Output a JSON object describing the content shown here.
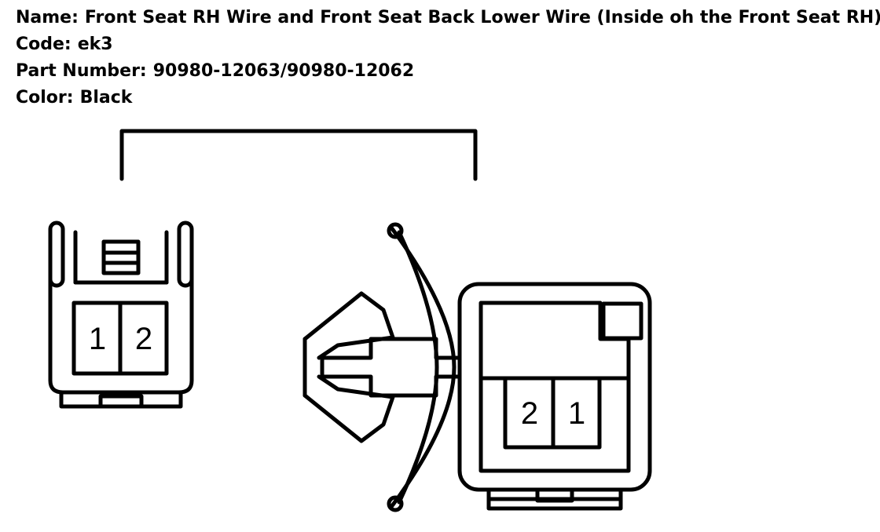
{
  "info": {
    "name_label": "Name:",
    "name_value": "Front Seat RH Wire and Front Seat Back Lower Wire (Inside oh the Front Seat RH)",
    "code_label": "Code:",
    "code_value": "ek3",
    "part_label": "Part Number:",
    "part_value": "90980-12063/90980-12062",
    "color_label": "Color:",
    "color_value": "Black"
  },
  "left_connector": {
    "pins": [
      "1",
      "2"
    ]
  },
  "right_connector": {
    "pins": [
      "2",
      "1"
    ]
  }
}
